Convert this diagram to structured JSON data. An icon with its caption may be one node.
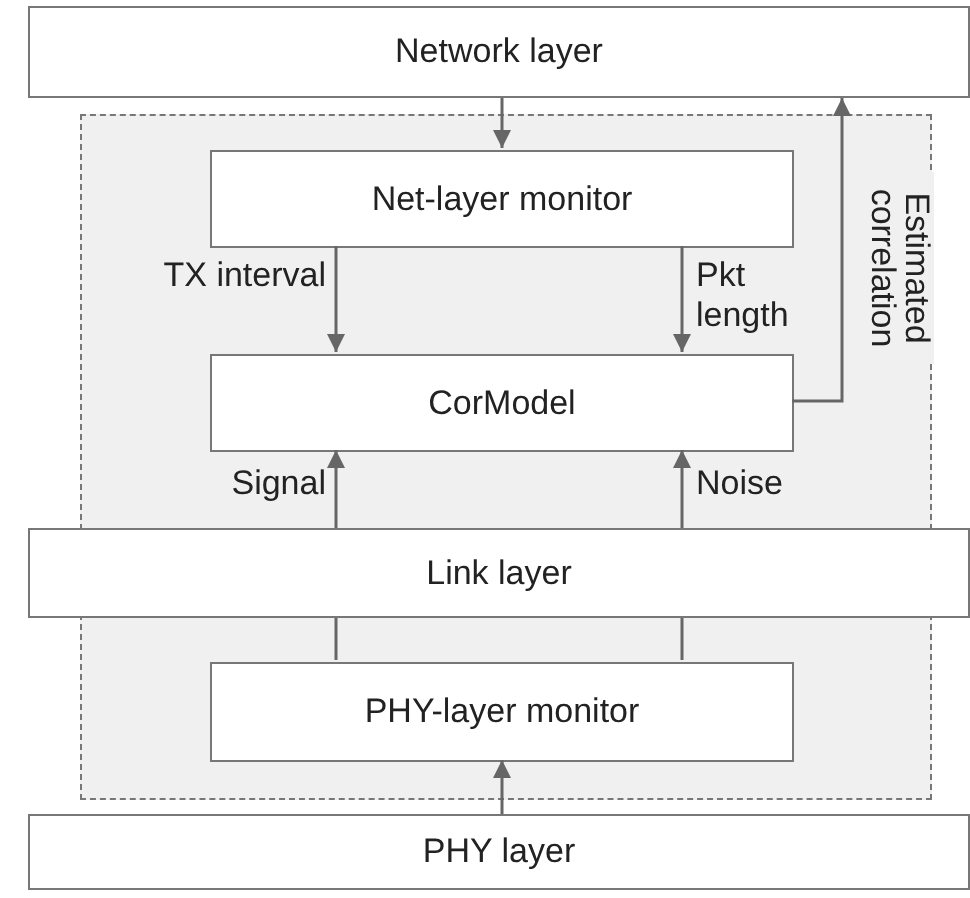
{
  "diagram": {
    "nodes": [
      {
        "text": [
          "Network layer"
        ]
      },
      {
        "text": [],
        "shape": "box"
      },
      {
        "text": [
          "Net-layer monitor"
        ],
        "in": 1
      },
      {
        "text": [
          "CorModel"
        ],
        "in": 1
      },
      {
        "text": [
          "Link layer"
        ]
      },
      {
        "text": [
          "PHY-layer monitor"
        ],
        "in": 1
      },
      {
        "text": [
          "PHY layer"
        ]
      }
    ],
    "edges": [
      {
        "from": 0,
        "to": 2,
        "arrow": "to"
      },
      {
        "from": 2,
        "to": 3,
        "arrow": "to",
        "label": "TX interval"
      },
      {
        "from": 2,
        "to": 3,
        "arrow": "to",
        "label": "Pkt length"
      },
      {
        "from": 3,
        "to": 0,
        "arrow": "to",
        "label": "Estimated correlation"
      },
      {
        "from": 4,
        "to": 3,
        "arrow": "to",
        "label": "Signal"
      },
      {
        "from": 4,
        "to": 3,
        "arrow": "to",
        "label": "Noise"
      },
      {
        "from": 5,
        "to": 4,
        "arrow": "none"
      },
      {
        "from": 5,
        "to": 4,
        "arrow": "none"
      },
      {
        "from": 6,
        "to": 5,
        "arrow": "to"
      }
    ]
  }
}
